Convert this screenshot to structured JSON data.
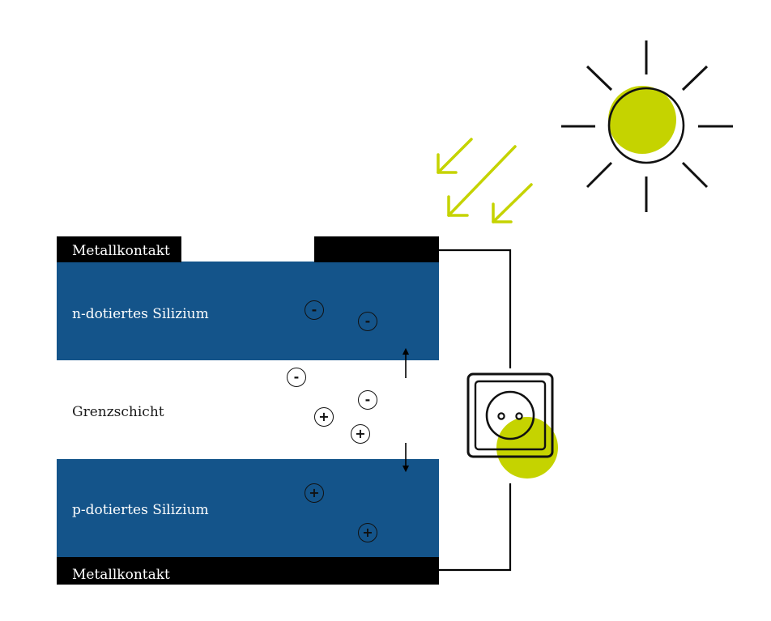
{
  "labels": {
    "metal_contact_top": "Metallkontakt",
    "n_layer": "n-dotiertes Silizium",
    "junction": "Grenzschicht",
    "p_layer": "p-dotiertes Silizium",
    "metal_contact_bottom": "Metallkontakt"
  },
  "charges": {
    "electron": "-",
    "hole": "+"
  },
  "colors": {
    "silicon_blue": "#14548a",
    "contact_black": "#000000",
    "accent_lime": "#c5d300",
    "line": "#000000",
    "white": "#ffffff"
  },
  "icons": {
    "sun": "sun-icon",
    "light_rays": "arrow-down-left-icon",
    "socket": "power-socket-icon"
  }
}
